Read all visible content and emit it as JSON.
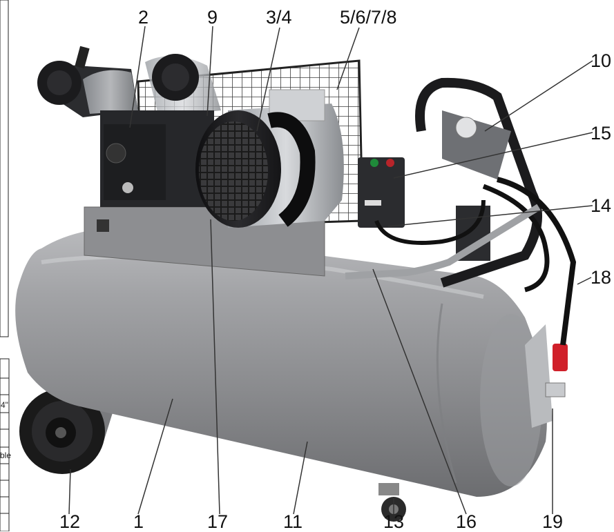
{
  "callouts": [
    {
      "id": "2",
      "text": "2"
    },
    {
      "id": "9",
      "text": "9"
    },
    {
      "id": "3_4",
      "text": "3/4"
    },
    {
      "id": "5_8",
      "text": "5/6/7/8"
    },
    {
      "id": "10",
      "text": "10"
    },
    {
      "id": "15",
      "text": "15"
    },
    {
      "id": "14",
      "text": "14"
    },
    {
      "id": "18",
      "text": "18"
    },
    {
      "id": "12",
      "text": "12"
    },
    {
      "id": "1",
      "text": "1"
    },
    {
      "id": "17",
      "text": "17"
    },
    {
      "id": "11",
      "text": "11"
    },
    {
      "id": "13",
      "text": "13"
    },
    {
      "id": "16",
      "text": "16"
    },
    {
      "id": "19",
      "text": "19"
    }
  ],
  "side_table": {
    "cells": [
      "4\"",
      "ble"
    ]
  },
  "colors": {
    "tank": "#8f9093",
    "tank_highlight": "#c4c5c7",
    "motor": "#1c1c1e",
    "pump": "#26272a",
    "cage": "#2a2a2a",
    "hose": "#111111",
    "red_valve": "#d0202a",
    "leader": "#333333"
  }
}
